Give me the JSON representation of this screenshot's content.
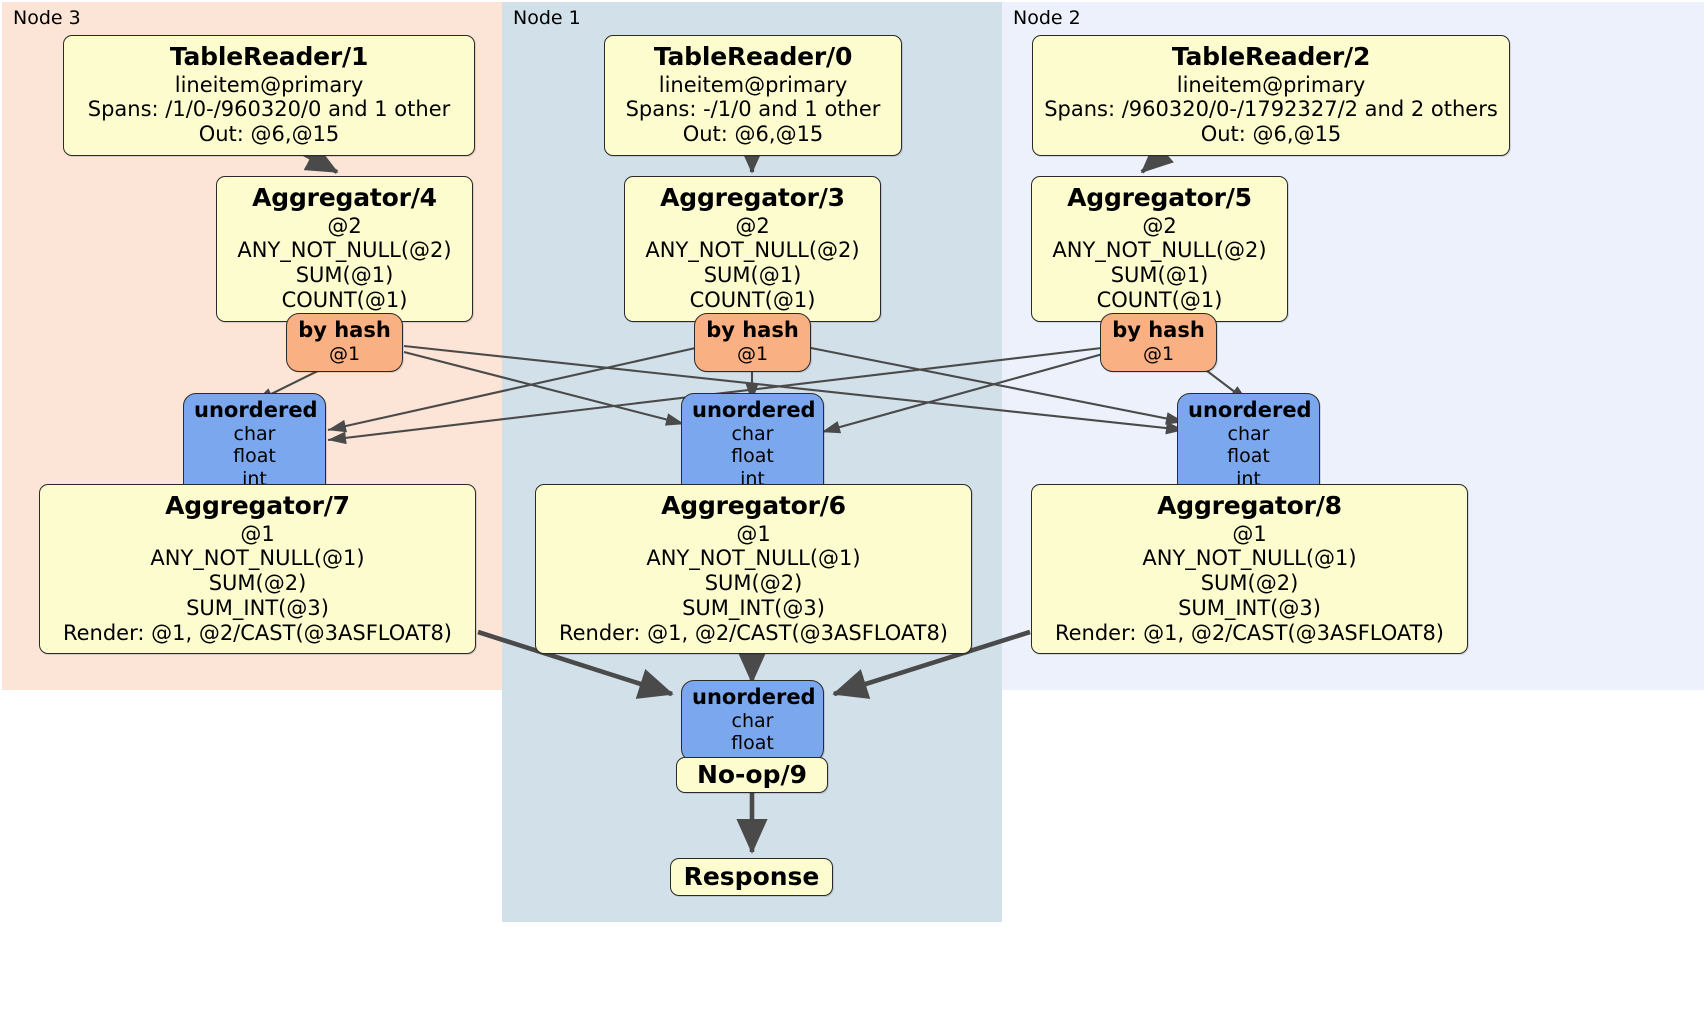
{
  "diagram": {
    "title": "Distributed SQL query execution plan",
    "colors": {
      "node3_bg": "#fce4d6",
      "node1_bg": "#d2e0ea",
      "node2_bg": "#ecf1fb",
      "processor_fill": "#fcfcce",
      "hash_router_fill": "#f9b183",
      "unordered_router_fill": "#7ba7ee",
      "border": "#2a2a2a",
      "edge": "#4a4a4a"
    }
  },
  "regions": [
    {
      "id": "node3",
      "label": "Node 3"
    },
    {
      "id": "node1",
      "label": "Node 1"
    },
    {
      "id": "node2",
      "label": "Node 2"
    }
  ],
  "processors": {
    "tablereader_1": {
      "title": "TableReader/1",
      "lines": [
        "lineitem@primary",
        "Spans: /1/0-/960320/0 and 1 other",
        "Out: @6,@15"
      ]
    },
    "tablereader_0": {
      "title": "TableReader/0",
      "lines": [
        "lineitem@primary",
        "Spans: -/1/0 and 1 other",
        "Out: @6,@15"
      ]
    },
    "tablereader_2": {
      "title": "TableReader/2",
      "lines": [
        "lineitem@primary",
        "Spans: /960320/0-/1792327/2 and 2 others",
        "Out: @6,@15"
      ]
    },
    "aggregator_4": {
      "title": "Aggregator/4",
      "lines": [
        "@2",
        "ANY_NOT_NULL(@2)",
        "SUM(@1)",
        "COUNT(@1)"
      ]
    },
    "aggregator_3": {
      "title": "Aggregator/3",
      "lines": [
        "@2",
        "ANY_NOT_NULL(@2)",
        "SUM(@1)",
        "COUNT(@1)"
      ]
    },
    "aggregator_5": {
      "title": "Aggregator/5",
      "lines": [
        "@2",
        "ANY_NOT_NULL(@2)",
        "SUM(@1)",
        "COUNT(@1)"
      ]
    },
    "aggregator_7": {
      "title": "Aggregator/7",
      "lines": [
        "@1",
        "ANY_NOT_NULL(@1)",
        "SUM(@2)",
        "SUM_INT(@3)",
        "Render: @1, @2/CAST(@3ASFLOAT8)"
      ]
    },
    "aggregator_6": {
      "title": "Aggregator/6",
      "lines": [
        "@1",
        "ANY_NOT_NULL(@1)",
        "SUM(@2)",
        "SUM_INT(@3)",
        "Render: @1, @2/CAST(@3ASFLOAT8)"
      ]
    },
    "aggregator_8": {
      "title": "Aggregator/8",
      "lines": [
        "@1",
        "ANY_NOT_NULL(@1)",
        "SUM(@2)",
        "SUM_INT(@3)",
        "Render: @1, @2/CAST(@3ASFLOAT8)"
      ]
    },
    "noop_9": {
      "title": "No-op/9"
    },
    "response": {
      "title": "Response"
    }
  },
  "routers": {
    "hash_left": {
      "title": "by hash",
      "lines": [
        "@1"
      ]
    },
    "hash_mid": {
      "title": "by hash",
      "lines": [
        "@1"
      ]
    },
    "hash_right": {
      "title": "by hash",
      "lines": [
        "@1"
      ]
    },
    "unordered_left": {
      "title": "unordered",
      "lines": [
        "char",
        "float",
        "int"
      ]
    },
    "unordered_mid": {
      "title": "unordered",
      "lines": [
        "char",
        "float",
        "int"
      ]
    },
    "unordered_right": {
      "title": "unordered",
      "lines": [
        "char",
        "float",
        "int"
      ]
    },
    "unordered_final": {
      "title": "unordered",
      "lines": [
        "char",
        "float"
      ]
    }
  }
}
